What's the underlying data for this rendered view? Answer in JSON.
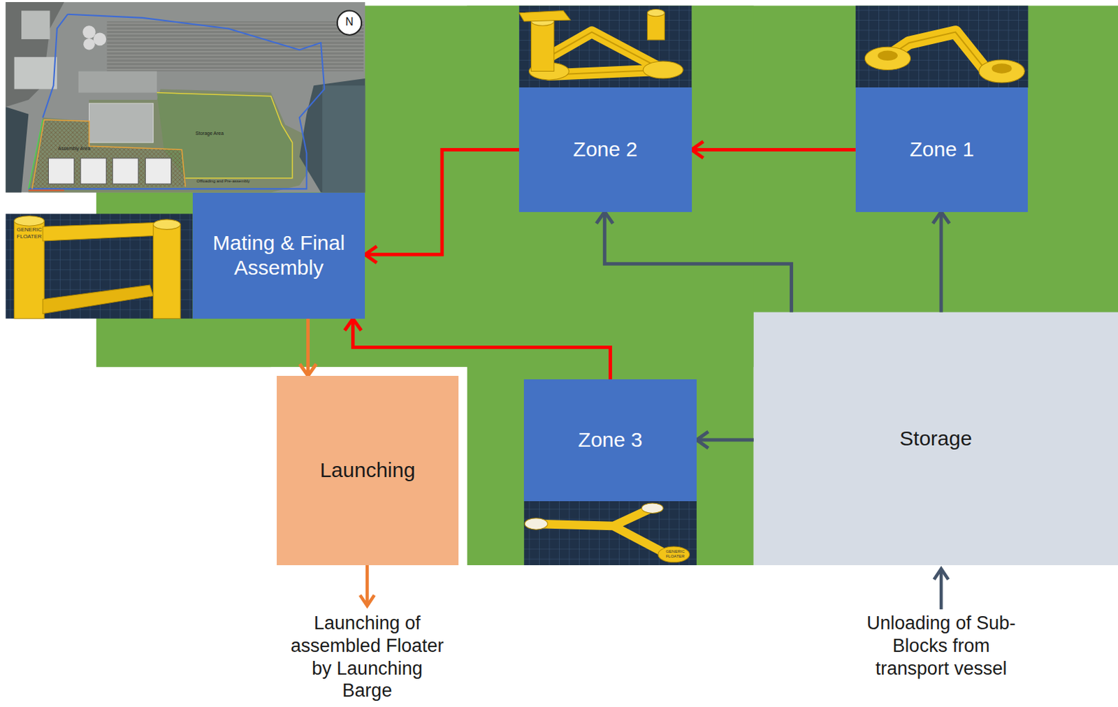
{
  "diagram": {
    "nodes": [
      {
        "text": [
          "Zone 2"
        ]
      },
      {
        "text": [
          "Zone 1"
        ]
      },
      {
        "text": [
          "Mating & Final Assembly"
        ]
      },
      {
        "text": [
          "Launching"
        ]
      },
      {
        "text": [
          "Zone 3"
        ]
      },
      {
        "text": [
          "Storage"
        ]
      }
    ],
    "edges": [
      {
        "from": 1,
        "to": 0,
        "arrow": "to"
      },
      {
        "from": 0,
        "to": 2,
        "arrow": "to"
      },
      {
        "from": 4,
        "to": 2,
        "arrow": "to"
      },
      {
        "from": 5,
        "to": 0,
        "arrow": "to"
      },
      {
        "from": 5,
        "to": 1,
        "arrow": "to"
      },
      {
        "from": 5,
        "to": 4,
        "arrow": "to"
      },
      {
        "from": 2,
        "to": 3,
        "arrow": "to"
      }
    ],
    "labels": [
      "Launching of assembled Floater by Launching Barge",
      "Unloading of Sub-Blocks from transport vessel",
      "N",
      "Storage Area",
      "Assembly Area",
      "Offloading and Pre-assembly",
      "GENERIC FLOATER",
      "GENERIC FLOATER"
    ]
  }
}
